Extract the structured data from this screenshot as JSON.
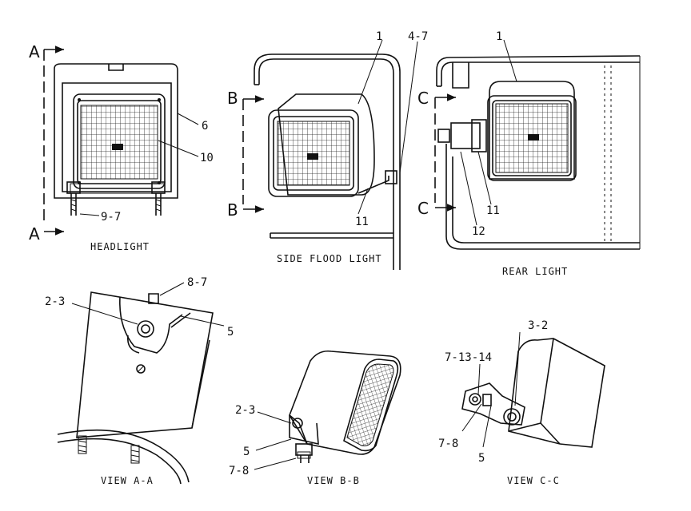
{
  "headlight": {
    "section_label_top": "A",
    "section_label_bottom": "A",
    "callouts": {
      "housing": "6",
      "lamp": "10",
      "bolts": "9-7"
    },
    "caption": "HEADLIGHT"
  },
  "side_flood_light": {
    "section_label_top": "B",
    "section_label_bottom": "B",
    "callouts": {
      "lamp": "1",
      "hardware": "4-7",
      "bracket": "11"
    },
    "caption": "SIDE FLOOD LIGHT"
  },
  "rear_light": {
    "section_label_top": "C",
    "section_label_bottom": "C",
    "callouts": {
      "lamp": "1",
      "bracket": "11",
      "mount": "12"
    },
    "caption": "REAR LIGHT"
  },
  "view_a": {
    "callouts": {
      "nut": "8-7",
      "bolt": "2-3",
      "bracket": "5"
    },
    "caption": "VIEW A-A"
  },
  "view_b": {
    "callouts": {
      "bolt": "2-3",
      "bracket": "5",
      "nut": "7-8"
    },
    "caption": "VIEW B-B"
  },
  "view_c": {
    "callouts": {
      "bolt": "3-2",
      "hardware": "7-13-14",
      "nut": "7-8",
      "bracket": "5"
    },
    "caption": "VIEW C-C"
  }
}
